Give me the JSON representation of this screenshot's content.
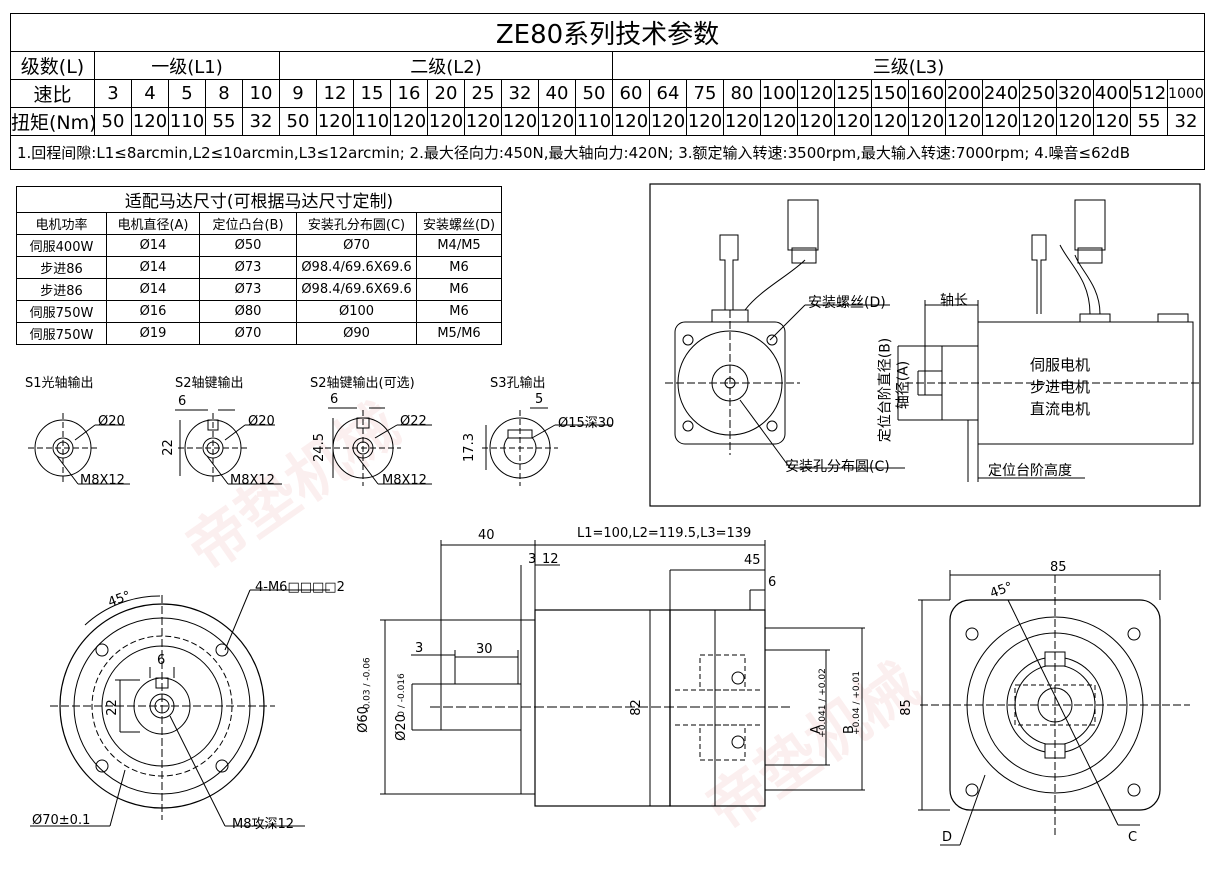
{
  "title": "ZE80系列技术参数",
  "stage_row": {
    "label": "级数(L)",
    "l1": "一级(L1)",
    "l2": "二级(L2)",
    "l3": "三级(L3)"
  },
  "ratio_row": {
    "label": "速比",
    "values": [
      "3",
      "4",
      "5",
      "8",
      "10",
      "9",
      "12",
      "15",
      "16",
      "20",
      "25",
      "32",
      "40",
      "50",
      "60",
      "64",
      "75",
      "80",
      "100",
      "120",
      "125",
      "150",
      "160",
      "200",
      "240",
      "250",
      "320",
      "400",
      "512",
      "1000"
    ]
  },
  "torque_row": {
    "label": "扭矩(Nm)",
    "values": [
      "50",
      "120",
      "110",
      "55",
      "32",
      "50",
      "120",
      "110",
      "120",
      "120",
      "120",
      "120",
      "120",
      "110",
      "120",
      "120",
      "120",
      "120",
      "120",
      "120",
      "120",
      "120",
      "120",
      "120",
      "120",
      "120",
      "120",
      "120",
      "55",
      "32"
    ]
  },
  "note": "1.回程间隙:L1≤8arcmin,L2≤10arcmin,L3≤12arcmin; 2.最大径向力:450N,最大轴向力:420N; 3.额定输入转速:3500rpm,最大输入转速:7000rpm; 4.噪音≤62dB",
  "motor_table": {
    "title": "适配马达尺寸(可根据马达尺寸定制)",
    "headers": [
      "电机功率",
      "电机直径(A)",
      "定位凸台(B)",
      "安装孔分布圆(C)",
      "安装螺丝(D)"
    ],
    "rows": [
      [
        "伺服400W",
        "Ø14",
        "Ø50",
        "Ø70",
        "M4/M5"
      ],
      [
        "步进86",
        "Ø14",
        "Ø73",
        "Ø98.4/69.6X69.6",
        "M6"
      ],
      [
        "步进86",
        "Ø14",
        "Ø73",
        "Ø98.4/69.6X69.6",
        "M6"
      ],
      [
        "伺服750W",
        "Ø16",
        "Ø80",
        "Ø100",
        "M6"
      ],
      [
        "伺服750W",
        "Ø19",
        "Ø70",
        "Ø90",
        "M5/M6"
      ]
    ]
  },
  "shafts": {
    "s1": {
      "title": "S1光轴输出",
      "dia": "Ø20",
      "thread": "M8X12"
    },
    "s2": {
      "title": "S2轴键输出",
      "key": "6",
      "height": "22",
      "dia": "Ø20",
      "thread": "M8X12"
    },
    "s2b": {
      "title": "S2轴键输出(可选)",
      "key": "6",
      "height": "24.5",
      "dia": "Ø22",
      "thread": "M8X12"
    },
    "s3": {
      "title": "S3孔输出",
      "key": "5",
      "height": "17.3",
      "bore": "Ø15深30"
    }
  },
  "motor_diagram": {
    "screw": "安装螺丝(D)",
    "circle": "安装孔分布圆(C)",
    "shaft_len": "轴长",
    "step_dia": "定位台阶直径(B)",
    "shaft_dia": "轴径(A)",
    "step_height": "定位台阶高度",
    "motor_types": [
      "伺服电机",
      "步进电机",
      "直流电机"
    ]
  },
  "front_view": {
    "angle": "45°",
    "holes": "4-M6□□□□2",
    "key": "6",
    "height": "22",
    "pcd": "Ø70±0.1",
    "thread": "M8攻深12"
  },
  "side_view": {
    "d40": "40",
    "lengths": "L1=100,L2=119.5,L3=139",
    "d3": "3",
    "d12": "12",
    "d45": "45",
    "d6": "6",
    "d3b": "3",
    "d30": "30",
    "d82": "82",
    "dia60": "Ø60",
    "dia60_tol": "-0.03 / -0.06",
    "dia20": "Ø20",
    "dia20_tol": "0 / -0.016",
    "a_tol": "A",
    "a_tol_v": "+0.041 / +0.02",
    "b_tol": "B",
    "b_tol_v": "+0.04 / +0.01"
  },
  "rear_view": {
    "d85w": "85",
    "d85h": "85",
    "angle": "45°",
    "d": "D",
    "c": "C"
  },
  "watermark": "帝垫机械"
}
